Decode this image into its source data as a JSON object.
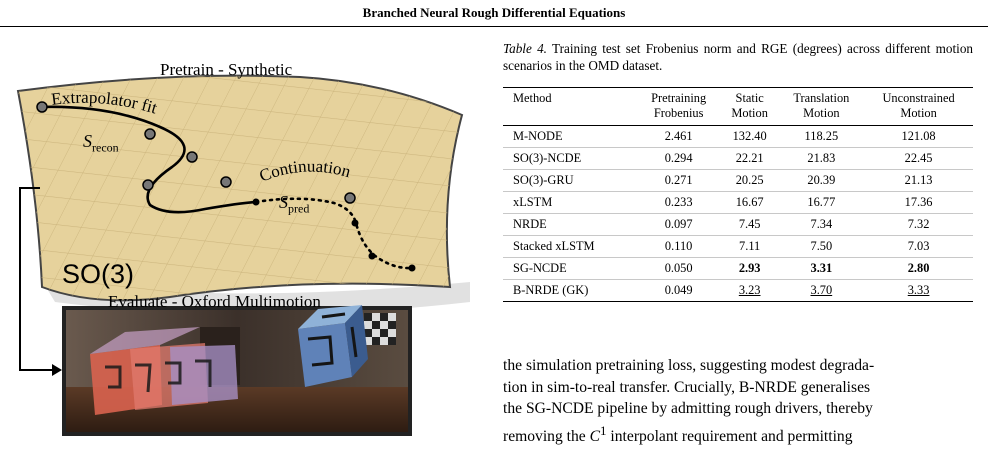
{
  "header": {
    "title": "Branched Neural Rough Differential Equations"
  },
  "figure": {
    "pretrain_title": "Pretrain - Synthetic",
    "extrapolator_label": "Extrapolator fit",
    "continuation_label": "Continuation",
    "s_recon_symbol": "S",
    "s_recon_sub": "recon",
    "s_pred_symbol": "S",
    "s_pred_sub": "pred",
    "so3_label": "SO(3)",
    "evaluate_title": "Evaluate - Oxford Multimotion",
    "colors": {
      "plane": "#e6d29c",
      "grid": "#c9b27a",
      "frame": "#3c3c3c"
    }
  },
  "table": {
    "label": "Table 4.",
    "caption": "Training test set Frobenius norm and RGE (degrees) across different motion scenarios in the OMD dataset.",
    "headers": [
      {
        "line1": "Method",
        "line2": ""
      },
      {
        "line1": "Pretraining",
        "line2": "Frobenius"
      },
      {
        "line1": "Static",
        "line2": "Motion"
      },
      {
        "line1": "Translation",
        "line2": "Motion"
      },
      {
        "line1": "Unconstrained",
        "line2": "Motion"
      }
    ],
    "rows": [
      [
        "M-NODE",
        "2.461",
        "132.40",
        "118.25",
        "121.08"
      ],
      [
        "SO(3)-NCDE",
        "0.294",
        "22.21",
        "21.83",
        "22.45"
      ],
      [
        "SO(3)-GRU",
        "0.271",
        "20.25",
        "20.39",
        "21.13"
      ],
      [
        "xLSTM",
        "0.233",
        "16.67",
        "16.77",
        "17.36"
      ],
      [
        "NRDE",
        "0.097",
        "7.45",
        "7.34",
        "7.32"
      ],
      [
        "Stacked xLSTM",
        "0.110",
        "7.11",
        "7.50",
        "7.03"
      ],
      [
        "SG-NCDE",
        "0.050",
        "2.93",
        "3.31",
        "2.80"
      ],
      [
        "B-NRDE (GK)",
        "0.049",
        "3.23",
        "3.70",
        "3.33"
      ]
    ]
  },
  "body": {
    "line1": "the simulation pretraining loss, suggesting modest degrada-",
    "line2": "tion in sim-to-real transfer. Crucially, B-NRDE generalises",
    "line3": "the SG-NCDE pipeline by admitting rough drivers, thereby",
    "line4_pre": "removing the ",
    "line4_math": "C",
    "line4_sup": "1",
    "line4_post": " interpolant requirement and permitting"
  }
}
